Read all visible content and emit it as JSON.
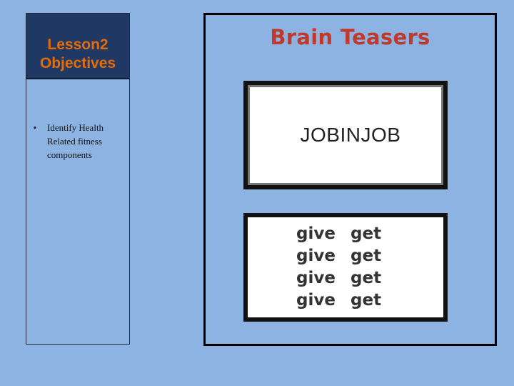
{
  "lesson": {
    "title_line1": "Lesson2",
    "title_line2": "Objectives"
  },
  "objectives": [
    {
      "bullet": "•",
      "text": "Identify Health Related fitness components"
    }
  ],
  "brain_teasers": {
    "title": "Brain Teasers",
    "puzzle1": "JOBINJOB",
    "puzzle2": [
      {
        "left": "give",
        "right": "get"
      },
      {
        "left": "give",
        "right": "get"
      },
      {
        "left": "give",
        "right": "get"
      },
      {
        "left": "give",
        "right": "get"
      }
    ]
  }
}
